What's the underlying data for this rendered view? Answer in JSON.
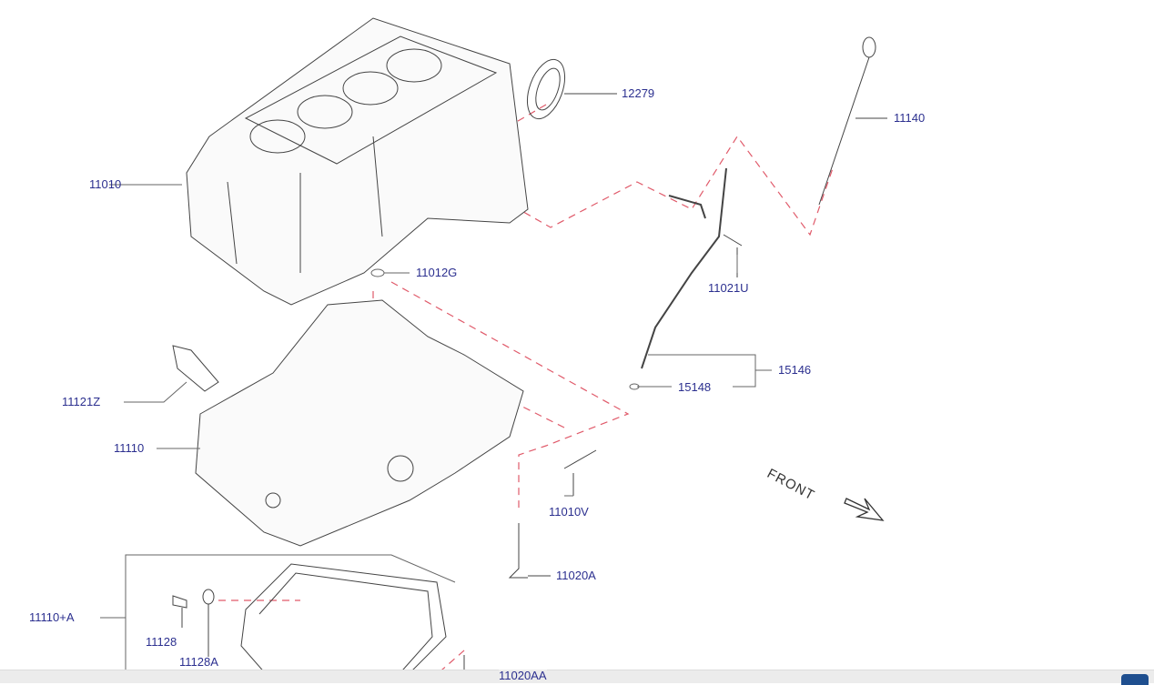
{
  "diagram": {
    "parts": {
      "p12279": "12279",
      "p11140": "11140",
      "p11010": "11010",
      "p11012G": "11012G",
      "p11021U": "11021U",
      "p15146": "15146",
      "p15148": "15148",
      "p11121Z": "11121Z",
      "p11110": "11110",
      "p11010V": "11010V",
      "p11020A": "11020A",
      "p11110A": "11110+A",
      "p11128": "11128",
      "p11128A": "11128A",
      "p11020AA": "11020AA"
    },
    "front_label": "FRONT",
    "colors": {
      "label": "#2b2f8f",
      "dash": "#e05a6a",
      "line": "#555555"
    }
  }
}
